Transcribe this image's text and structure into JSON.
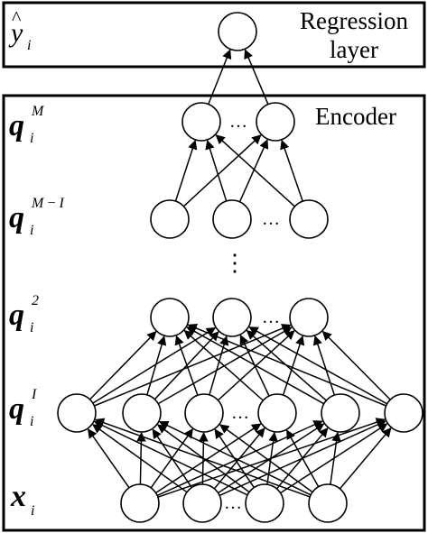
{
  "boxes": {
    "regression": {
      "title_line1": "Regression",
      "title_line2": "layer"
    },
    "encoder": {
      "title": "Encoder"
    }
  },
  "row_labels": [
    {
      "base": "y",
      "hat": "^",
      "sub": "i",
      "sup": ""
    },
    {
      "base": "q",
      "sub": "i",
      "sup": "M"
    },
    {
      "base": "q",
      "sub": "i",
      "sup": "M − I"
    },
    {
      "base": "q",
      "sub": "i",
      "sup": "2"
    },
    {
      "base": "q",
      "sub": "i",
      "sup": "I"
    },
    {
      "base": "x",
      "sub": "i",
      "sup": ""
    }
  ],
  "ellipsis": "…",
  "vertical_ellipsis": "⋮"
}
